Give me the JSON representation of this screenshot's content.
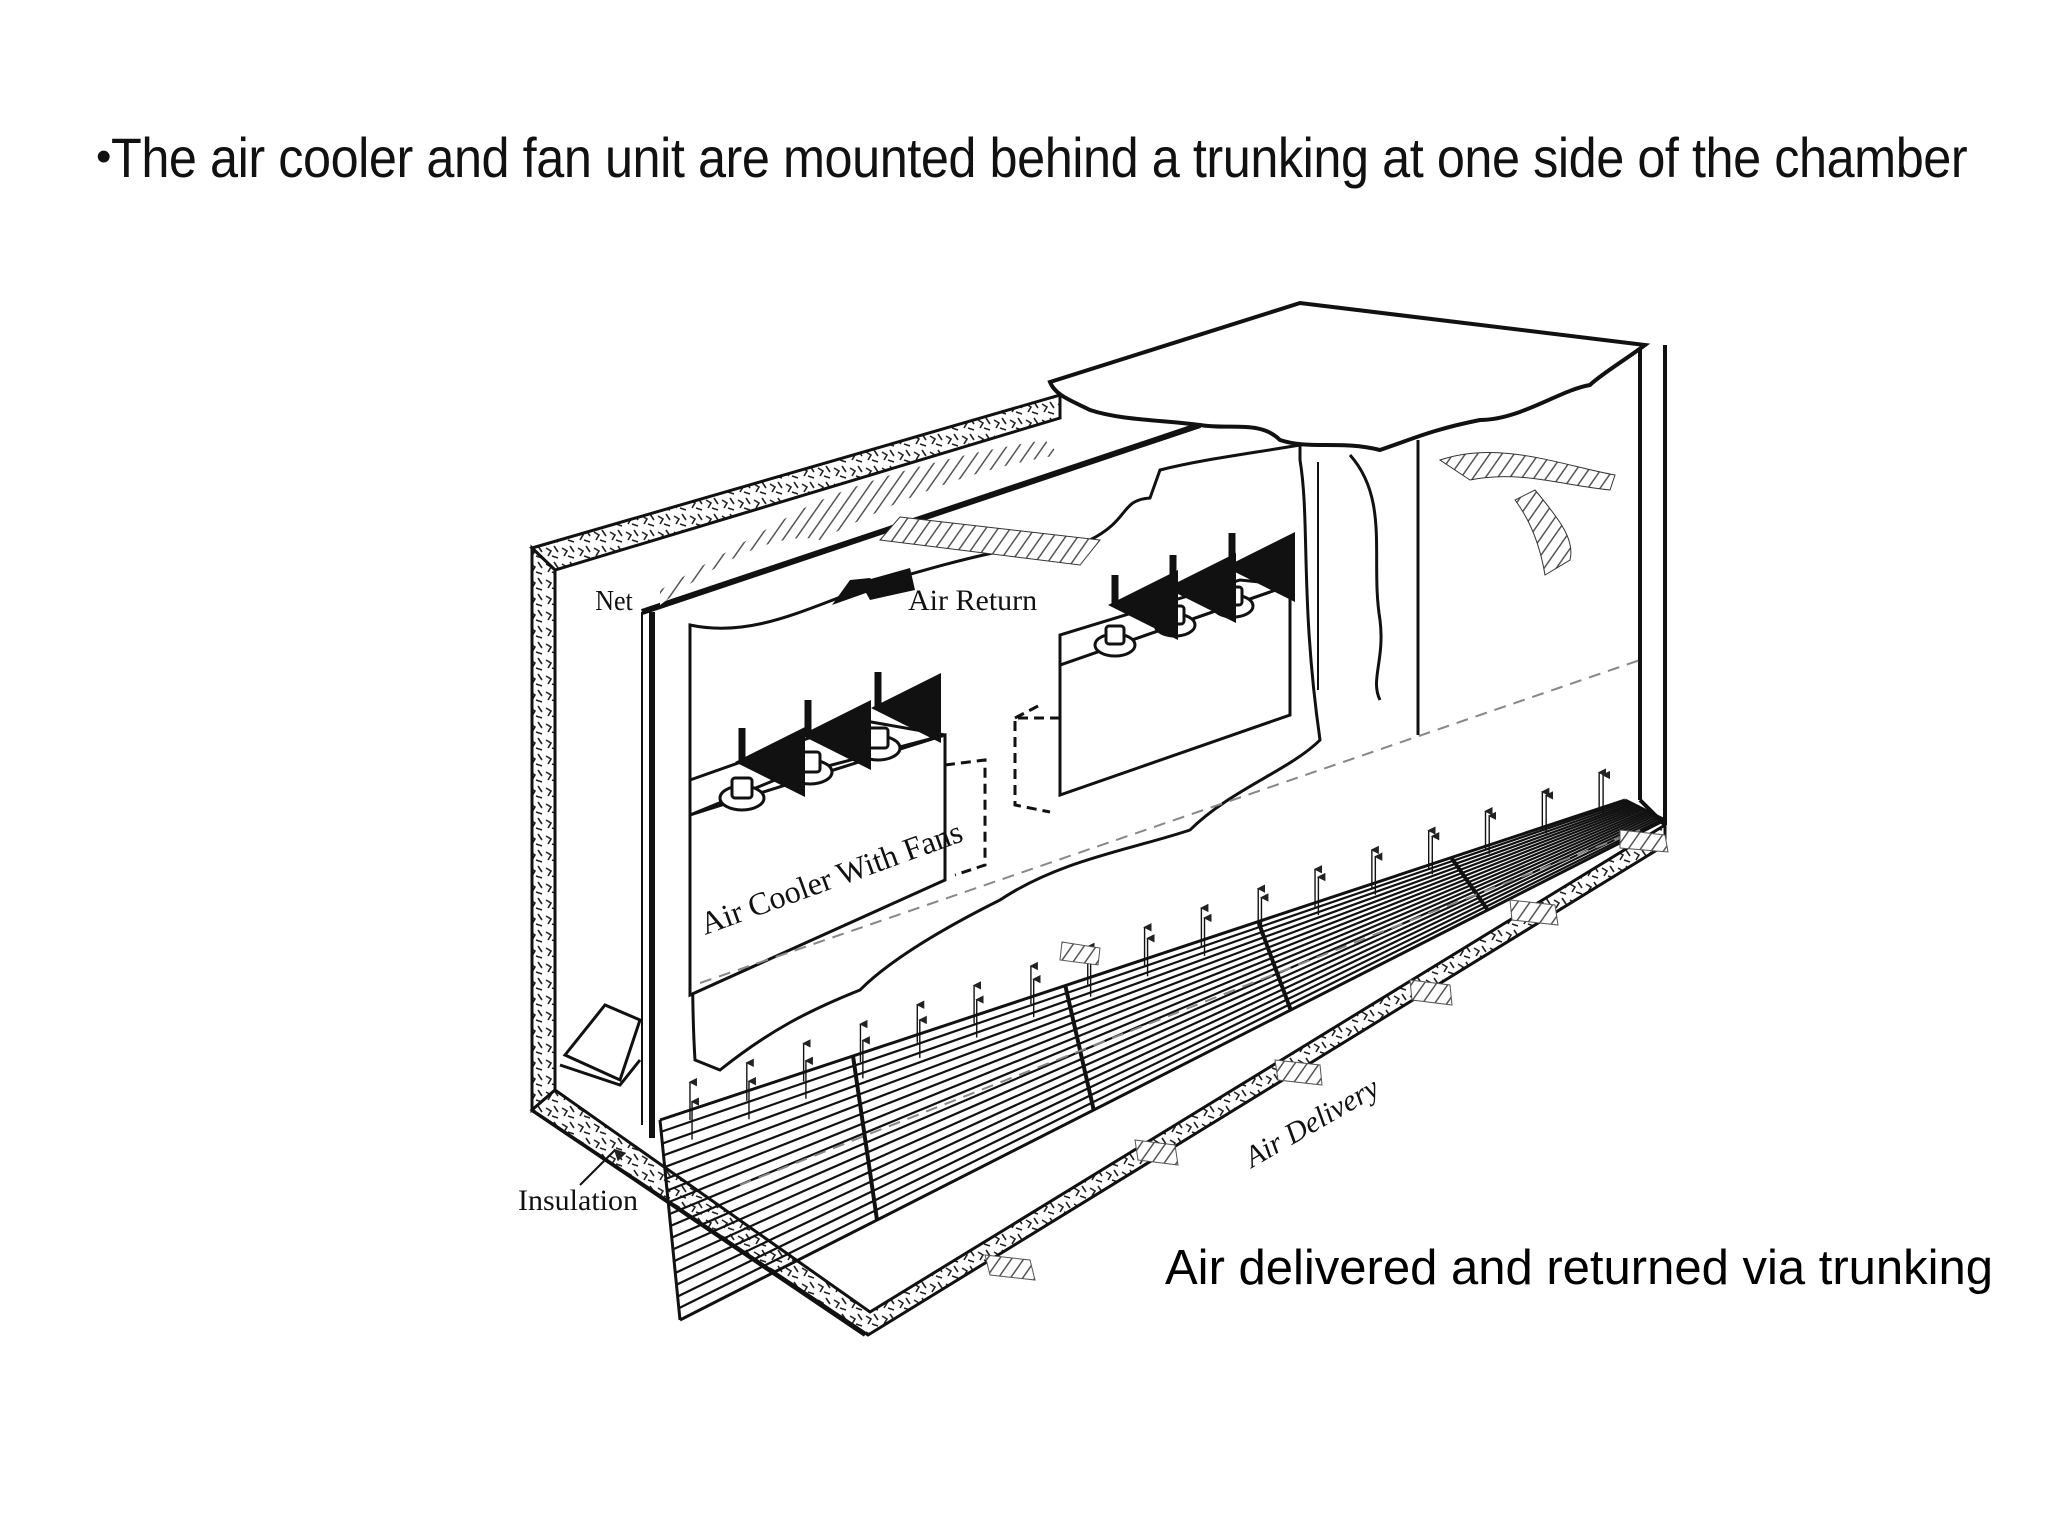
{
  "heading": {
    "bullet": "•",
    "text": "The air cooler and fan unit are mounted behind a trunking at one side of the chamber"
  },
  "diagram": {
    "labels": {
      "net": "Net",
      "air_return": "Air Return",
      "air_cooler": "Air Cooler With Fans",
      "air_delivery": "Air Delivery",
      "insulation": "Insulation"
    }
  },
  "caption": "Air delivered and returned via trunking",
  "colors": {
    "ink": "#111111",
    "background": "#ffffff",
    "hatch": "#555555"
  }
}
